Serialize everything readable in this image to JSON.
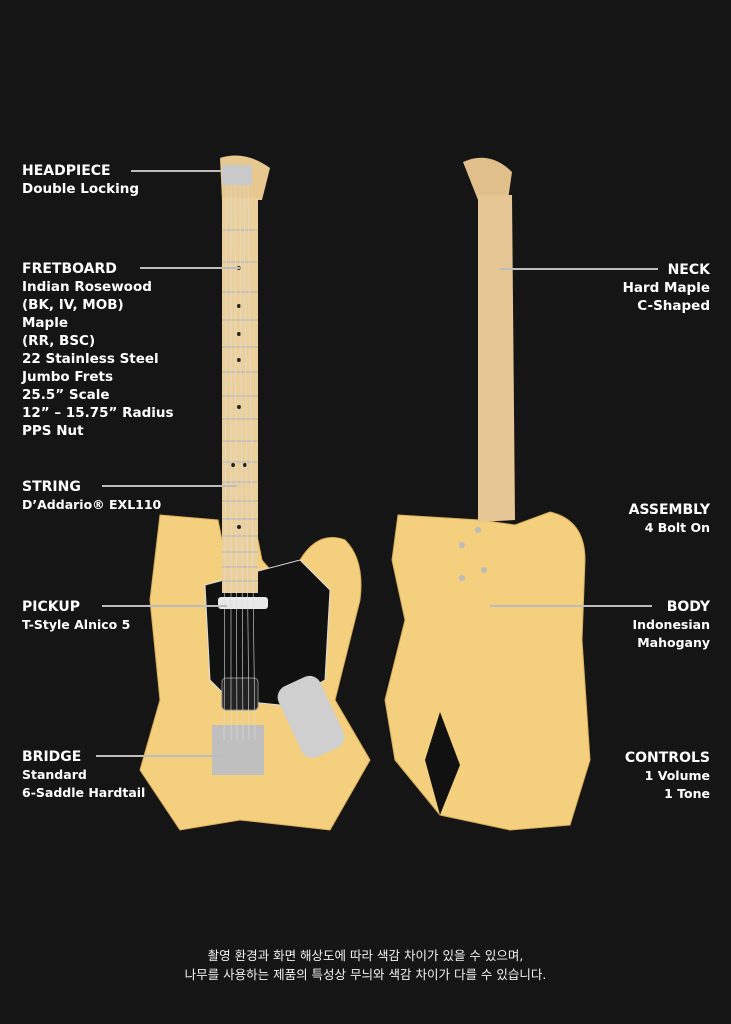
{
  "specs_left": [
    {
      "title": "HEADPIECE",
      "lines": [
        "Double Locking"
      ]
    },
    {
      "title": "FRETBOARD",
      "lines": [
        "Indian Rosewood",
        "(BK, IV, MOB)",
        "Maple",
        "(RR, BSC)",
        "22 Stainless Steel",
        "Jumbo Frets",
        "25.5” Scale",
        "12” – 15.75” Radius",
        "PPS Nut"
      ]
    },
    {
      "title": "STRING",
      "lines": [
        "D’Addario® EXL110"
      ]
    },
    {
      "title": "PICKUP",
      "lines": [
        "T-Style Alnico 5"
      ]
    },
    {
      "title": "BRIDGE",
      "lines": [
        "Standard",
        "6-Saddle Hardtail"
      ]
    }
  ],
  "specs_right": [
    {
      "title": "NECK",
      "lines": [
        "Hard Maple",
        "C-Shaped"
      ]
    },
    {
      "title": "ASSEMBLY",
      "lines": [
        "4 Bolt On"
      ]
    },
    {
      "title": "BODY",
      "lines": [
        "Indonesian",
        "Mahogany"
      ]
    },
    {
      "title": "CONTROLS",
      "lines": [
        "1 Volume",
        "1 Tone"
      ]
    }
  ],
  "note": {
    "line1": "촬영 환경과 화면 해상도에 따라 색감 차이가 있을 수 있으며,",
    "line2": "나무를 사용하는 제품의 특성상 무늬와 색감 차이가 다를 수 있습니다."
  },
  "colors": {
    "background": "#151515",
    "body": "#f4cf7e",
    "neck": "#e9c995",
    "pickguard": "#111111"
  }
}
